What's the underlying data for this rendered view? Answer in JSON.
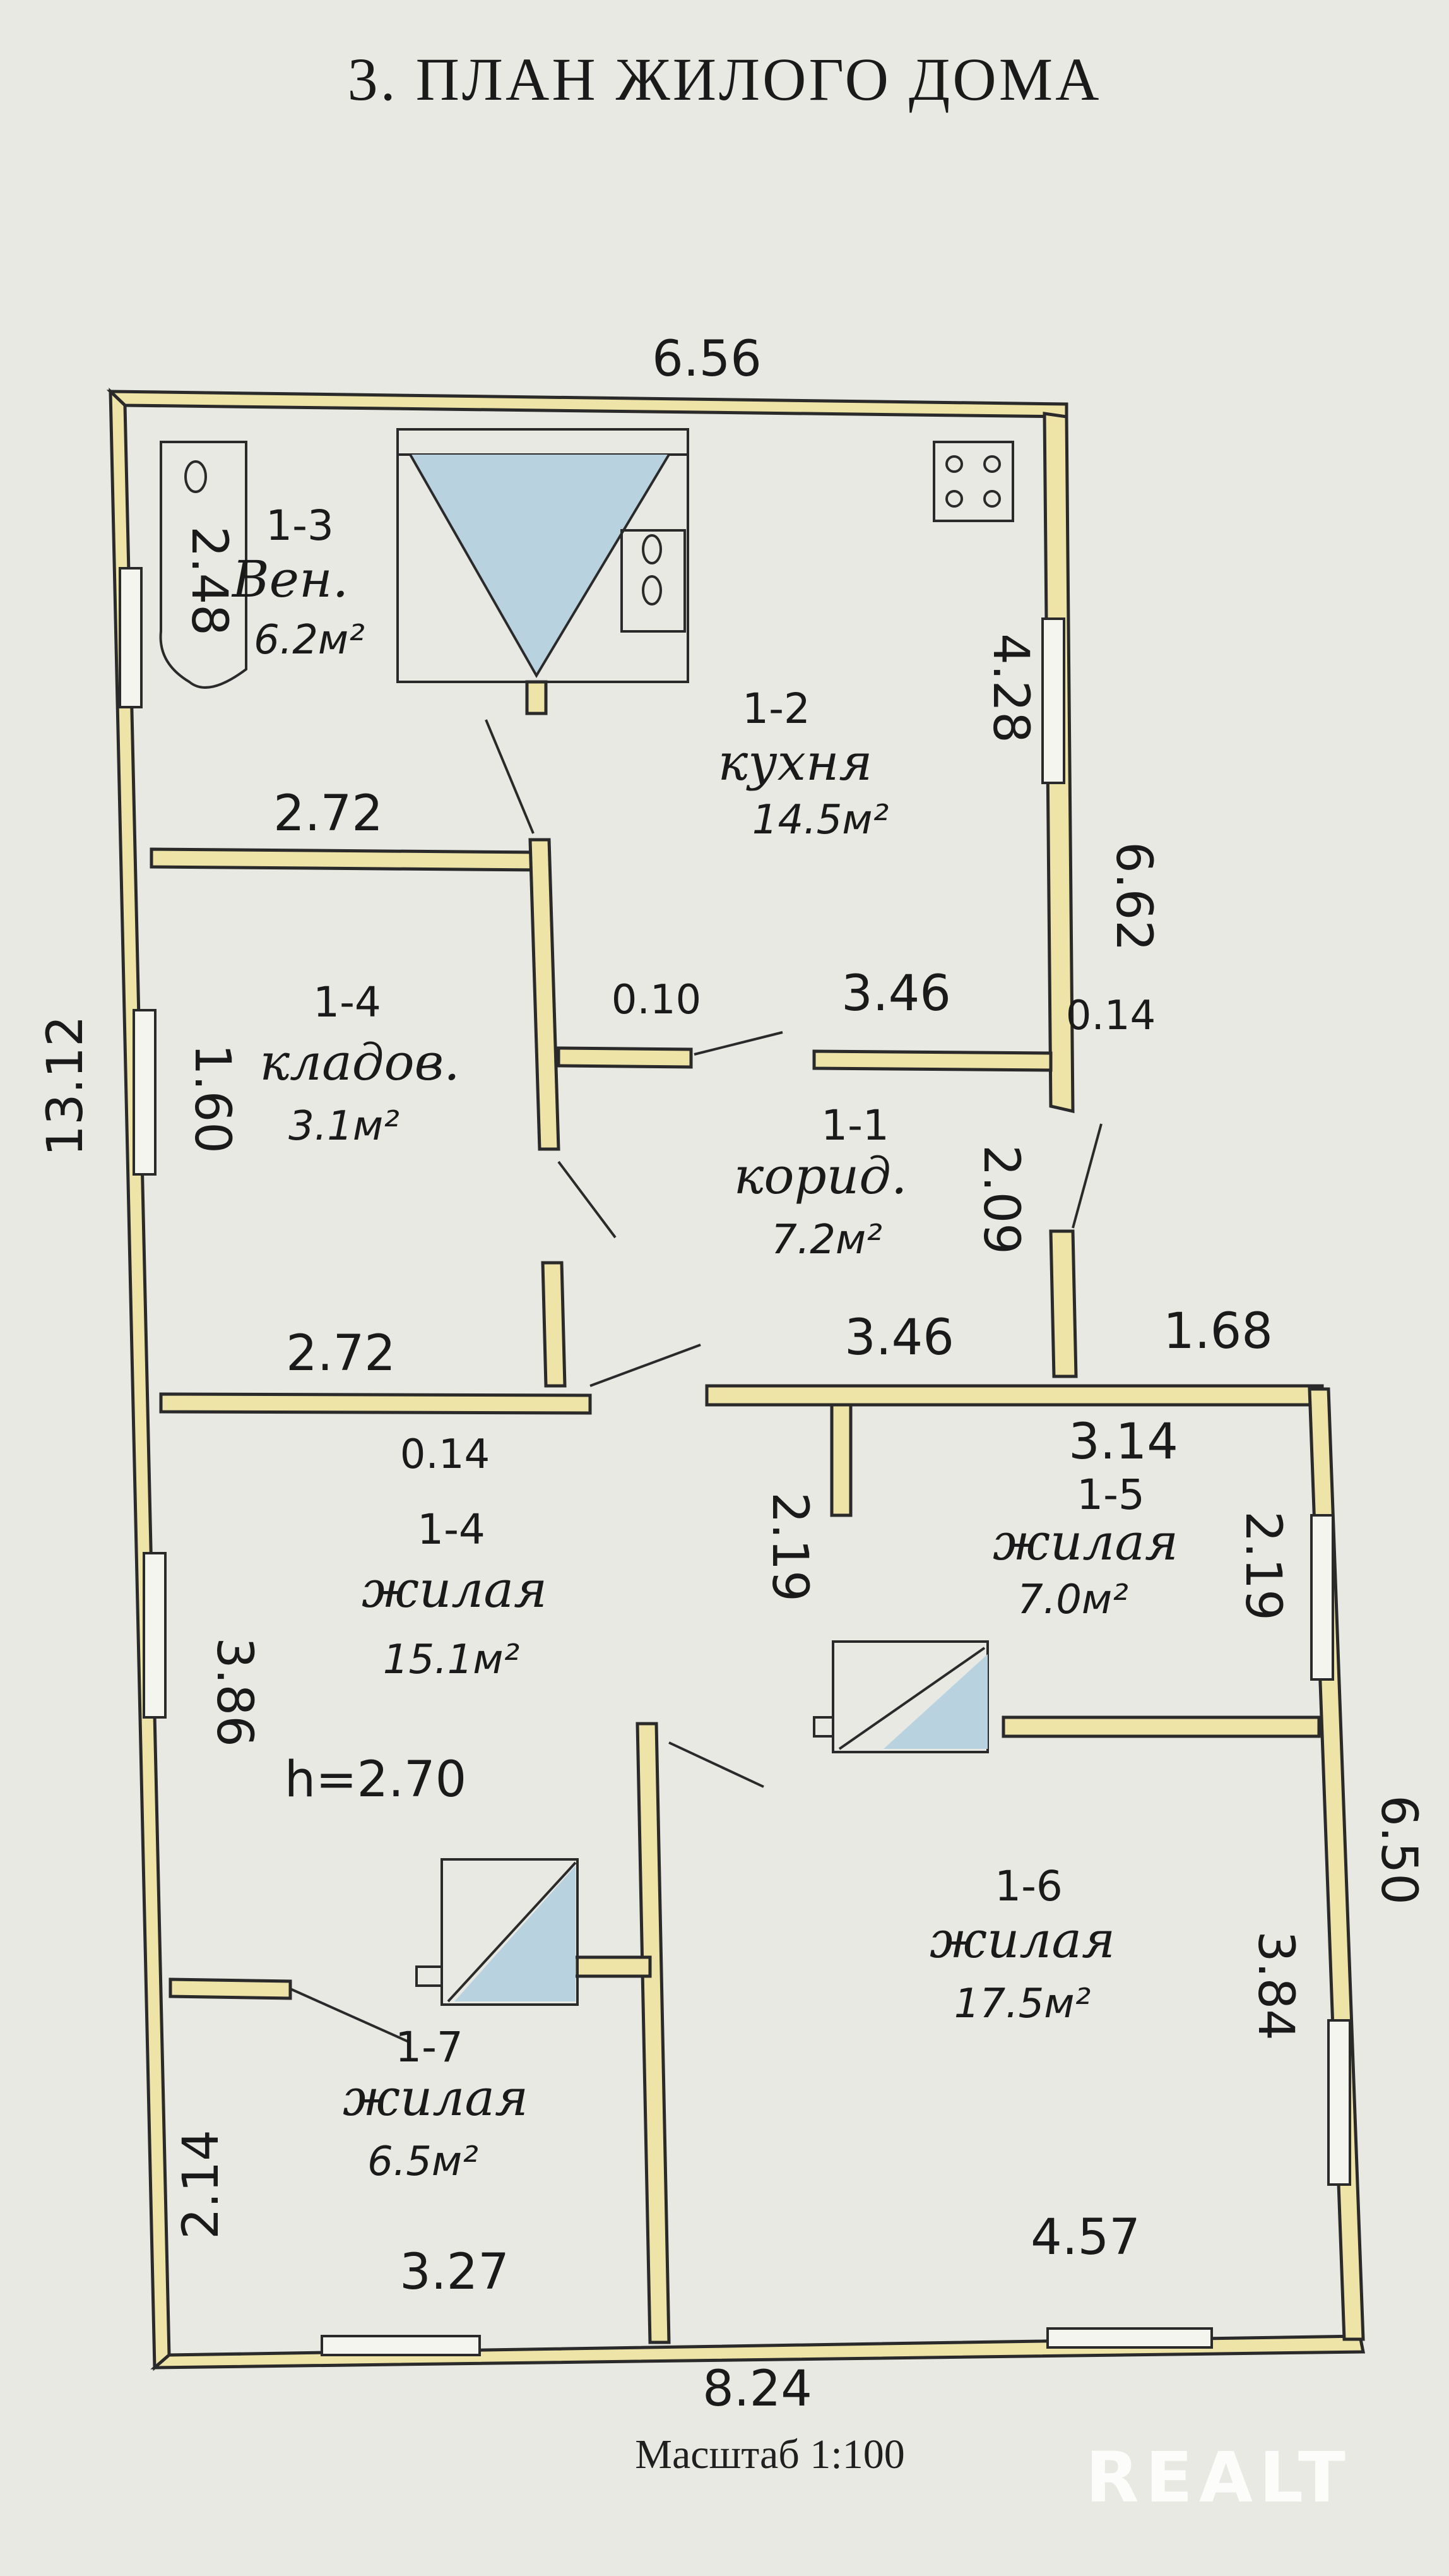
{
  "title": "3. ПЛАН ЖИЛОГО ДОМА",
  "scale": "Масштаб 1:100",
  "watermark": "REALT",
  "colors": {
    "wall_fill": "#efe4a8",
    "paper": "#e9e9e3",
    "ink": "#2a2a2a",
    "stove_fill": "#b9d2e0"
  },
  "dimensions": {
    "top_width": "6.56",
    "left_height": "13.12",
    "kitchen_right": "4.28",
    "right_upper": "6.62",
    "right_lower": "6.50",
    "bottom_width": "8.24",
    "bath_width": "2.72",
    "bath_height": "2.48",
    "pantry_width": "2.72",
    "pantry_height": "1.60",
    "door_010": "0.10",
    "corridor_top": "3.46",
    "wall_014_right": "0.14",
    "corridor_height": "2.09",
    "corridor_bottom": "3.46",
    "extension_width": "1.68",
    "wall_014_mid": "0.14",
    "room5_width": "3.14",
    "room5_height": "2.19",
    "room4_partition": "2.19",
    "room4_height": "3.86",
    "ceiling_height": "h=2.70",
    "room6_height": "3.84",
    "room6_width": "4.57",
    "room7_width": "3.27",
    "room7_height": "2.14"
  },
  "rooms": [
    {
      "num": "1-3",
      "name": "Вен.",
      "area": "6.2м²"
    },
    {
      "num": "1-2",
      "name": "кухня",
      "area": "14.5м²"
    },
    {
      "num": "1-4",
      "name": "кладов.",
      "area": "3.1м²"
    },
    {
      "num": "1-1",
      "name": "корид.",
      "area": "7.2м²"
    },
    {
      "num": "1-4",
      "name": "жилая",
      "area": "15.1м²"
    },
    {
      "num": "1-5",
      "name": "жилая",
      "area": "7.0м²"
    },
    {
      "num": "1-6",
      "name": "жилая",
      "area": "17.5м²"
    },
    {
      "num": "1-7",
      "name": "жилая",
      "area": "6.5м²"
    }
  ]
}
